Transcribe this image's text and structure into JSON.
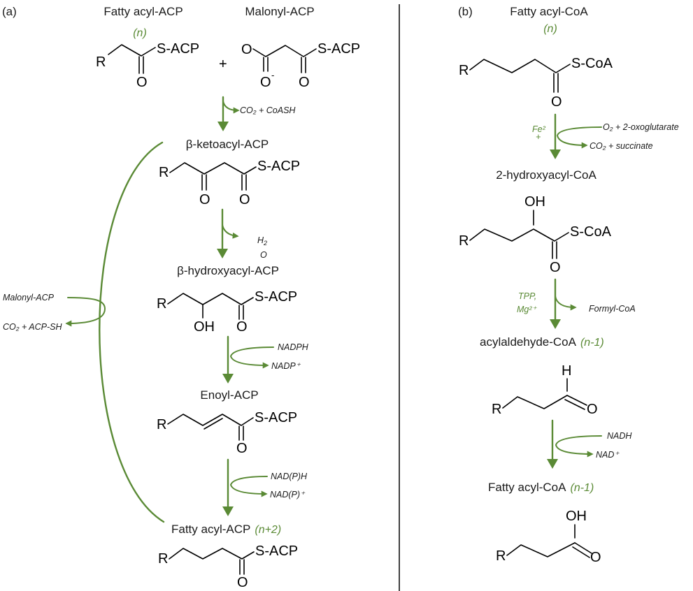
{
  "panels": {
    "a": {
      "label": "(a)",
      "steps": [
        {
          "name": "Fatty acyl-ACP",
          "annotation": "(n)"
        },
        {
          "name": "Malonyl-ACP"
        },
        {
          "name": "β-ketoacyl-ACP"
        },
        {
          "name": "β-hydroxyacyl-ACP"
        },
        {
          "name": "Enoyl-ACP"
        },
        {
          "name": "Fatty acyl-ACP",
          "annotation": "(n+2)"
        }
      ],
      "plus": "+",
      "cofactors": {
        "decarboxylation": "CO₂ + CoASH",
        "dehydration_h": "H",
        "dehydration_sub": "2",
        "dehydration_o": "O",
        "reduction1_in": "NADPH",
        "reduction1_out": "NADP⁺",
        "reduction2_in": "NAD(P)H",
        "reduction2_out": "NAD(P)⁺"
      },
      "cycle": {
        "input": "Malonyl-ACP",
        "output": "CO₂ + ACP-SH"
      }
    },
    "b": {
      "label": "(b)",
      "steps": [
        {
          "name": "Fatty acyl-CoA",
          "annotation": "(n)"
        },
        {
          "name": "2-hydroxyacyl-CoA"
        },
        {
          "name": "acylaldehyde-CoA",
          "annotation": "(n-1)"
        },
        {
          "name": "Fatty acyl-CoA",
          "annotation": "(n-1)"
        }
      ],
      "catalysts": {
        "fe": "Fe²",
        "fe_plus": "+",
        "tpp": "TPP,",
        "mg": "Mg²⁺"
      },
      "cofactors": {
        "oxidation_in": "O₂ + 2-oxoglutarate",
        "oxidation_out": "CO₂ + succinate",
        "cleavage_out": "Formyl-CoA",
        "final_in": "NADH",
        "final_out": "NAD⁺"
      }
    }
  },
  "atoms": {
    "r": "R",
    "o": "O",
    "o_minus": "O",
    "minus": "-",
    "oh": "OH",
    "h": "H",
    "sacp": "S-ACP",
    "scoa": "S-CoA"
  },
  "colors": {
    "accent": "#5a8a35",
    "ink": "#000000"
  }
}
